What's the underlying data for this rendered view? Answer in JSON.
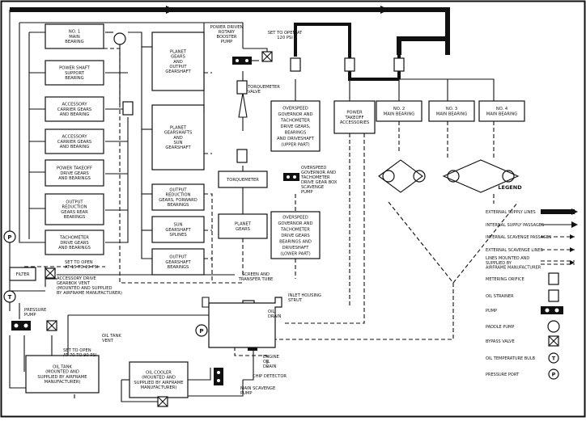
{
  "boxes": {
    "no1_main_bearing": [
      "NO. 1",
      "MAIN",
      "BEARING"
    ],
    "power_shaft_support": [
      "POWER SHAFT",
      "SUPPORT",
      "BEARING"
    ],
    "accessory_carrier_1": [
      "ACCESSORY",
      "CARRIER GEARS",
      "AND BEARING"
    ],
    "accessory_carrier_2": [
      "ACCESSORY",
      "CARRIER GEARS",
      "AND BEARING"
    ],
    "power_takeoff_drive": [
      "POWER TAKEOFF",
      "DRIVE GEARS",
      "AND BEARINGS"
    ],
    "output_reduction_rear": [
      "OUTPUT",
      "REDUCTION",
      "GEARS REAR",
      "BEARINGS"
    ],
    "tachometer_drive": [
      "TACHOMETER",
      "DRIVE GEARS",
      "AND BEARINGS"
    ],
    "planet_gears_output": [
      "PLANET",
      "GEARS",
      "AND",
      "OUTPUT",
      "GEARSHAFT"
    ],
    "planet_gearshafts_sun": [
      "PLANET",
      "GEARSHAFTS",
      "AND",
      "SUN",
      "GEARSHAFT"
    ],
    "output_reduction_forward": [
      "OUTPUT",
      "REDUCTION",
      "GEARS, FORWARD",
      "BEARINGS"
    ],
    "sun_gearshaft_splines": [
      "SUN",
      "GEARSHAFT",
      "SPLINES"
    ],
    "output_gearshaft_bearings": [
      "OUTPUT",
      "GEARSHAFT",
      "BEARINGS"
    ],
    "torquemeter": [
      "TORQUEMETER"
    ],
    "planet_gears": [
      "PLANET",
      "GEARS"
    ],
    "overspeed_upper": [
      "OVERSPEED",
      "GOVERNOR AND",
      "TACHOMETER",
      "DRIVE GEARS,",
      "BEARINGS",
      "AND DRIVESHAFT",
      "(UPPER PART)"
    ],
    "overspeed_lower": [
      "OVERSPEED",
      "GOVERNOR AND",
      "TACHOMETER",
      "DRIVE GEARS",
      "BEARINGS AND",
      "DRIVESHAFT",
      "(LOWER PART)"
    ],
    "power_takeoff_accessories": [
      "POWER",
      "TAKEOFF",
      "ACCESSORIES"
    ],
    "no2_main_bearing": [
      "NO. 2",
      "MAIN BEARING"
    ],
    "no3_main_bearing": [
      "NO. 3",
      "MAIN BEARING"
    ],
    "no4_main_bearing": [
      "NO. 4",
      "MAIN BEARING"
    ],
    "filter": [
      "FILTER"
    ],
    "accessory_drive_gearbox": [
      "ACCESSORY DRIVE",
      "GEARBOX"
    ],
    "oil_tank": [
      "OIL TANK",
      "(MOUNTED AND",
      "SUPPLIED BY AIRFRAME",
      "MANUFACTURER)"
    ],
    "oil_cooler": [
      "OIL COOLER",
      "(MOUNTED AND",
      "SUPPLIED BY AIRFRAME",
      "MANUFACTURER)"
    ]
  },
  "labels": {
    "booster_pump": [
      "POWER DRIVEN",
      "ROTARY",
      "BOOSTER",
      "PUMP"
    ],
    "set_120": [
      "SET TO OPEN AT",
      "120 PSI"
    ],
    "torquemeter_valve": [
      "TORQUEMETER",
      "VALVE"
    ],
    "scavenge_pump_gear_box": [
      "OVERSPEED",
      "GOVERNOR AND",
      "TACHOMETER",
      "DRIVE GEAR BOX",
      "SCAVENGE",
      "PUMP"
    ],
    "screen_transfer": [
      "SCREEN AND",
      "TRANSFER TUBE"
    ],
    "inlet_housing_strut": [
      "INLET HOUSING",
      "STRUT"
    ],
    "oil_drain": [
      "OIL",
      "DRAIN"
    ],
    "gearbox_vent": [
      "ACCESSORY DRIVE",
      "GEARBOX VENT",
      "(MOUNTED AND SUPPLIED",
      "BY AIRFRAME MANUFACTURER)"
    ],
    "set_15_20": [
      "SET TO OPEN",
      "AT 15 TO 20 PSI"
    ],
    "pressure_pump": [
      "PRESSURE",
      "PUMP"
    ],
    "set_70_90": [
      "SET TO OPEN",
      "AT 70 TO 90 PSI"
    ],
    "oil_tank_vent": [
      "OIL TANK",
      "VENT"
    ],
    "engine_oil_drain": [
      "ENGINE",
      "OIL",
      "DRAIN"
    ],
    "chip_detector": [
      "CHIP DETECTOR"
    ],
    "main_scavenge_pump": [
      "MAIN SCAVENGE",
      "PUMP"
    ],
    "port_p": "P",
    "port_t": "T"
  },
  "legend": {
    "title": "LEGEND",
    "items": [
      "EXTERNAL SUPPLY LINES",
      "INTERNAL SUPPLY PASSAGES",
      "INTERNAL SCAVENGE PASSAGES",
      "EXTERNAL SCAVENGE LINES",
      [
        "LINES MOUNTED AND",
        "SUPPLIED BY",
        "AIRFRAME MANUFACTURER"
      ],
      "METERING ORIFICE",
      "OIL STRAINER",
      "PUMP",
      "PADDLE PUMP",
      "BYPASS VALVE",
      "OIL TEMPERATURE BULB",
      "PRESSURE PORT"
    ]
  }
}
